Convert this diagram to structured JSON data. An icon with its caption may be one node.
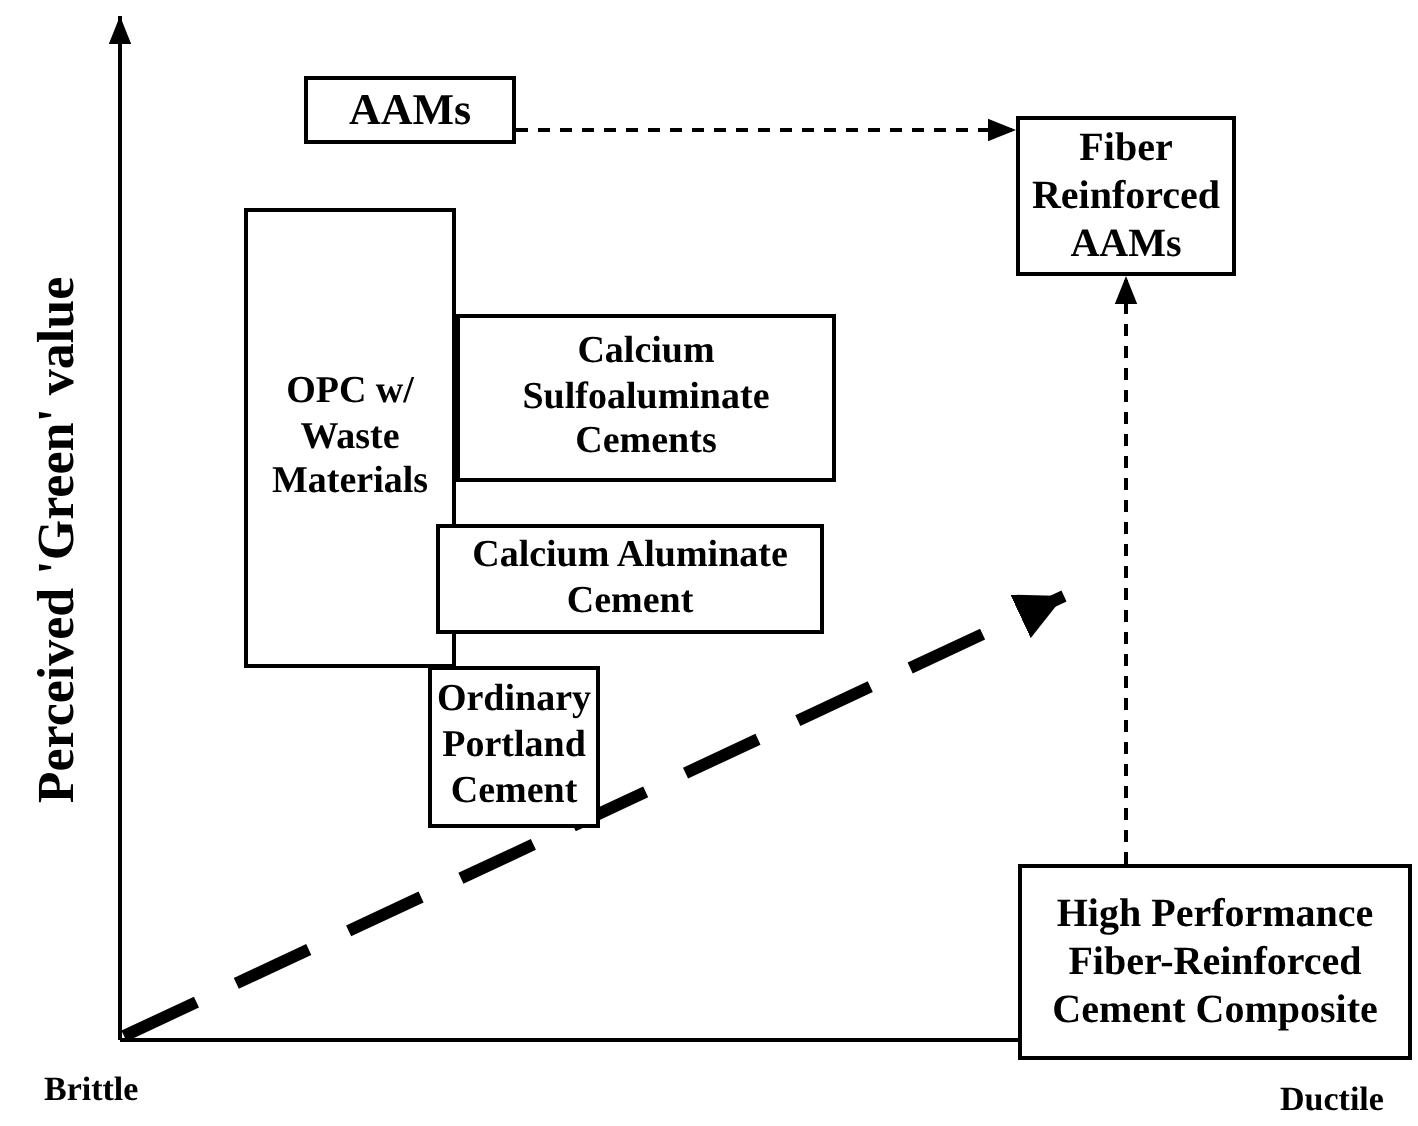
{
  "diagram": {
    "nodes": [
      {
        "text": [
          "AAMs"
        ]
      },
      {
        "text": [
          "Fiber Reinforced AAMs"
        ]
      },
      {
        "text": [
          "OPC w/ Waste Materials"
        ]
      },
      {
        "text": [
          "Calcium Sulfoaluminate Cements"
        ]
      },
      {
        "text": [
          "Calcium Aluminate Cement"
        ]
      },
      {
        "text": [
          "Ordinary Portland Cement"
        ]
      },
      {
        "text": [
          "High Performance Fiber-Reinforced Cement Composite"
        ]
      }
    ],
    "edges": [
      {
        "from": 0,
        "to": 1,
        "arrow": "to",
        "style": "dashed"
      },
      {
        "from": 6,
        "to": 1,
        "arrow": "to",
        "style": "dashed"
      }
    ],
    "labels": [
      "Perceived 'Green' value",
      "Brittle",
      "Ductile"
    ]
  }
}
